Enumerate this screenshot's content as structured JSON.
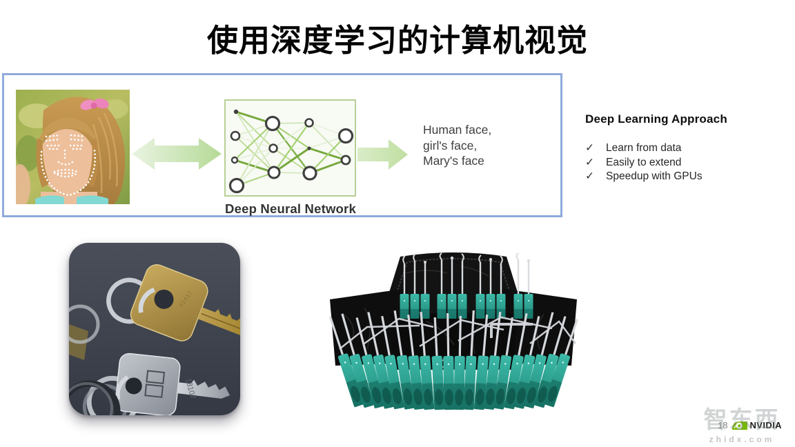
{
  "slide": {
    "title": "使用深度学习的计算机视觉"
  },
  "pipeline": {
    "caption": "Deep Neural Network",
    "output_lines": [
      "Human face,",
      "girl's face,",
      "Mary's face"
    ],
    "input_image": "girl photo with white dotted face-landmark overlay",
    "images": {
      "keys": "two keys (brass and silver) on dark surface",
      "lockpicks": "lock pick set with teal handles in black case"
    }
  },
  "approach": {
    "heading": "Deep Learning Approach",
    "items": [
      {
        "check": "✓",
        "label": "Learn from data"
      },
      {
        "check": "✓",
        "label": "Easily to extend"
      },
      {
        "check": "✓",
        "label": "Speedup with GPUs"
      }
    ]
  },
  "footer": {
    "page_number": "18",
    "brand": "NVIDIA"
  },
  "watermark": {
    "name": "智东西",
    "domain": "zhidx.com"
  },
  "colors": {
    "box_border": "#8faadc",
    "arrow_green": "#b5da97",
    "nn_border": "#a6c47c",
    "nn_line_dark": "#76a93c",
    "nvidia_green": "#76b900",
    "pick_teal": "#2ea695"
  }
}
